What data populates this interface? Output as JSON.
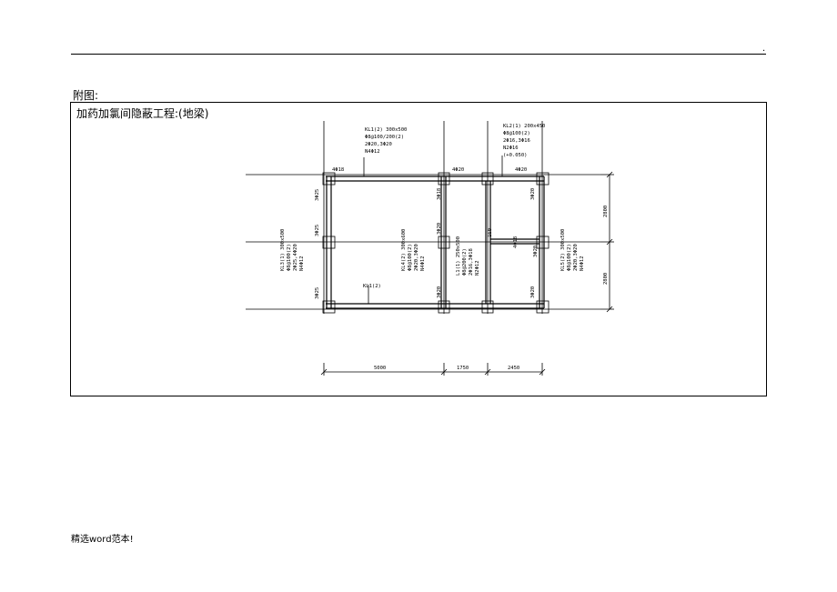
{
  "header": {
    "mark": "."
  },
  "caption": "附图:",
  "figure": {
    "title": "加药加氯间隐蔽工程:(地梁)",
    "beam_labels": {
      "top_left": [
        "KL1(2) 300x500",
        "Φ8@100/200(2)",
        "2Φ20,3Φ20",
        "N4Φ12"
      ],
      "top_right": [
        "KL2(1) 200x450",
        "Φ8@100(2)",
        "2Φ16,3Φ16",
        "N2Φ16",
        "(+0.050)"
      ],
      "kl3": [
        "KL3(1) 300x500",
        "Φ8@100(2)",
        "2Φ25,4Φ20",
        "N4Φ12"
      ],
      "kl4": [
        "KL4(2) 300x600",
        "Φ8@100(2)",
        "2Φ20,3Φ20",
        "N4Φ12"
      ],
      "l1": [
        "L1(1) 250x500",
        "Φ8@200(2)",
        "2Φ16,3Φ18",
        "N2Φ12"
      ],
      "kl5": [
        "KL5(2) 300x500",
        "Φ8@100(2)",
        "2Φ20,3Φ20",
        "N4Φ12"
      ],
      "bottom": "KL1(2)"
    },
    "rebar_marks": {
      "top1": "4Φ18",
      "top2": "4Φ20",
      "top3": "4Φ20",
      "left1": "3Φ25",
      "left2": "3Φ25",
      "left3": "3Φ25",
      "mid1": "3Φ18",
      "mid2": "3Φ20",
      "mid3": "4Φ18",
      "mid4": "3Φ20",
      "mid5": "3Φ20",
      "bot2": "3Φ20",
      "bot3": "3Φ20",
      "right1": "3Φ20",
      "h160": "160"
    },
    "dimensions": {
      "d1": "5000",
      "d2": "1750",
      "d3": "2450",
      "v1": "2800",
      "v2": "2800"
    }
  },
  "footer": "精选word范本!"
}
